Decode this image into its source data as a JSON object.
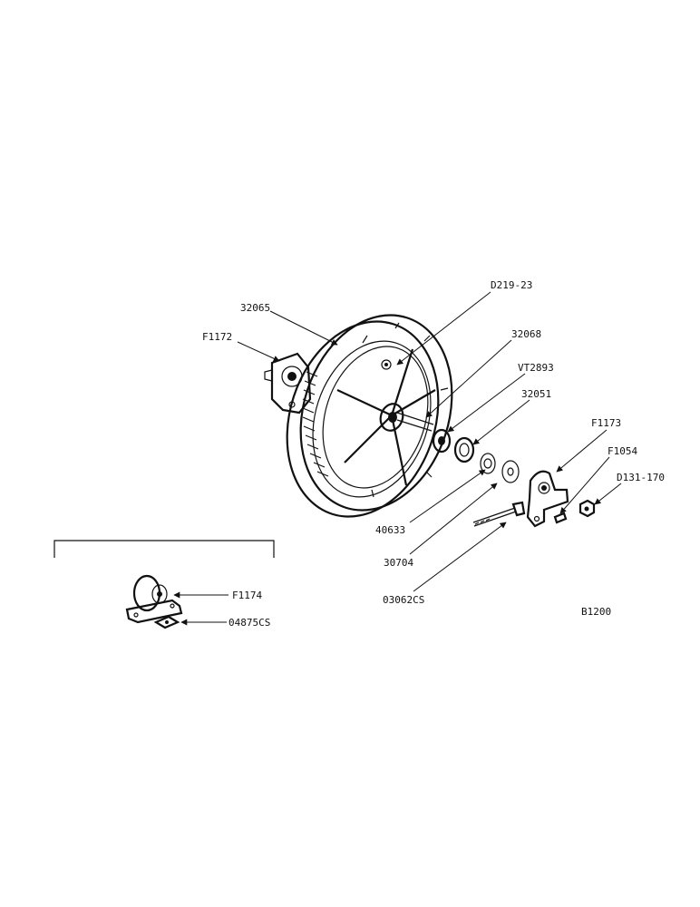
{
  "figure_code": "B1200",
  "part_labels": {
    "p32065": "32065",
    "pD219": "D219-23",
    "pF1172": "F1172",
    "p32068": "32068",
    "pVT2893": "VT2893",
    "p32051": "32051",
    "pF1173": "F1173",
    "pF1054": "F1054",
    "pD131": "D131-170",
    "p40633": "40633",
    "p30704": "30704",
    "p03062": "03062CS",
    "pF1174": "F1174",
    "p04875": "04875CS"
  }
}
